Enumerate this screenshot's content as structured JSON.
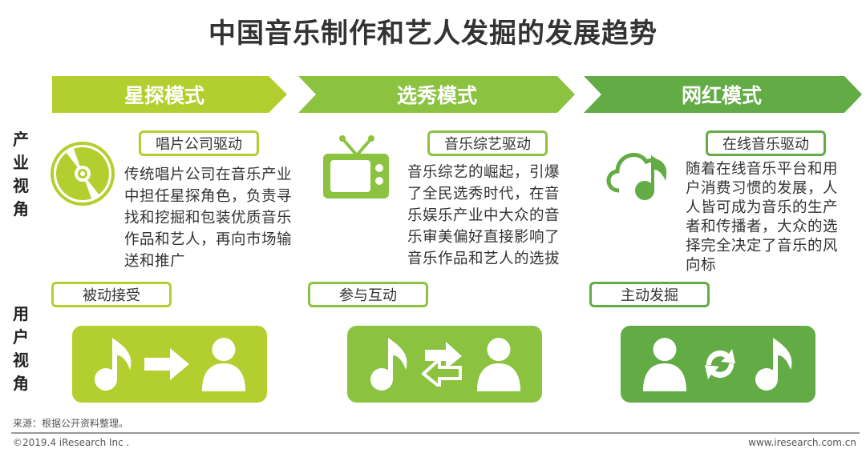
{
  "title": "中国音乐制作和艺人发掘的发展趋势",
  "side_labels": {
    "industry": "产业视角",
    "user": "用户视角"
  },
  "colors": {
    "mode1": "#b3cf2f",
    "mode2": "#8bc340",
    "mode3": "#62ab45"
  },
  "modes": [
    {
      "name": "星探模式",
      "driver": "唱片公司驱动",
      "icon": "cd-disc-icon",
      "desc": "传统唱片公司在音乐产业中担任星探角色，负责寻找和挖掘和包装优质音乐作品和艺人，再向市场输送和推广",
      "user_label": "被动接受"
    },
    {
      "name": "选秀模式",
      "driver": "音乐综艺驱动",
      "icon": "tv-icon",
      "desc": "音乐综艺的崛起，引爆了全民选秀时代，在音乐娱乐产业中大众的音乐审美偏好直接影响了音乐作品和艺人的选拔",
      "user_label": "参与互动"
    },
    {
      "name": "网红模式",
      "driver": "在线音乐驱动",
      "icon": "cloud-music-icon",
      "desc": "随着在线音乐平台和用户消费习惯的发展，人人皆可成为音乐的生产者和传播者，大众的选择完全决定了音乐的风向标",
      "user_label": "主动发掘"
    }
  ],
  "footer": {
    "source": "来源：根据公开资料整理。",
    "copyright": "©2019.4 iResearch Inc .",
    "website": "www.iresearch.com.cn"
  }
}
